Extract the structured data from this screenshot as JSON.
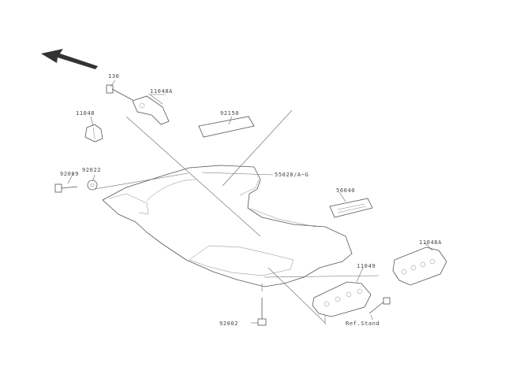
{
  "colors": {
    "ink": "#444444",
    "line": "#6a6a6a",
    "arrow": "#333333",
    "background": "#ffffff"
  },
  "icons": {
    "direction": "front-direction-arrow-icon"
  },
  "labels": {
    "p130": "130",
    "p11048a_top": "11048A",
    "p11048": "11048",
    "p92150": "92150",
    "p92009": "92009",
    "p92022": "92022",
    "p55028": "55028/A~G",
    "p56040": "56040",
    "p11048a_right": "11048A",
    "p11049": "11049",
    "p92002": "92002",
    "ref": "Ref.Stand"
  }
}
